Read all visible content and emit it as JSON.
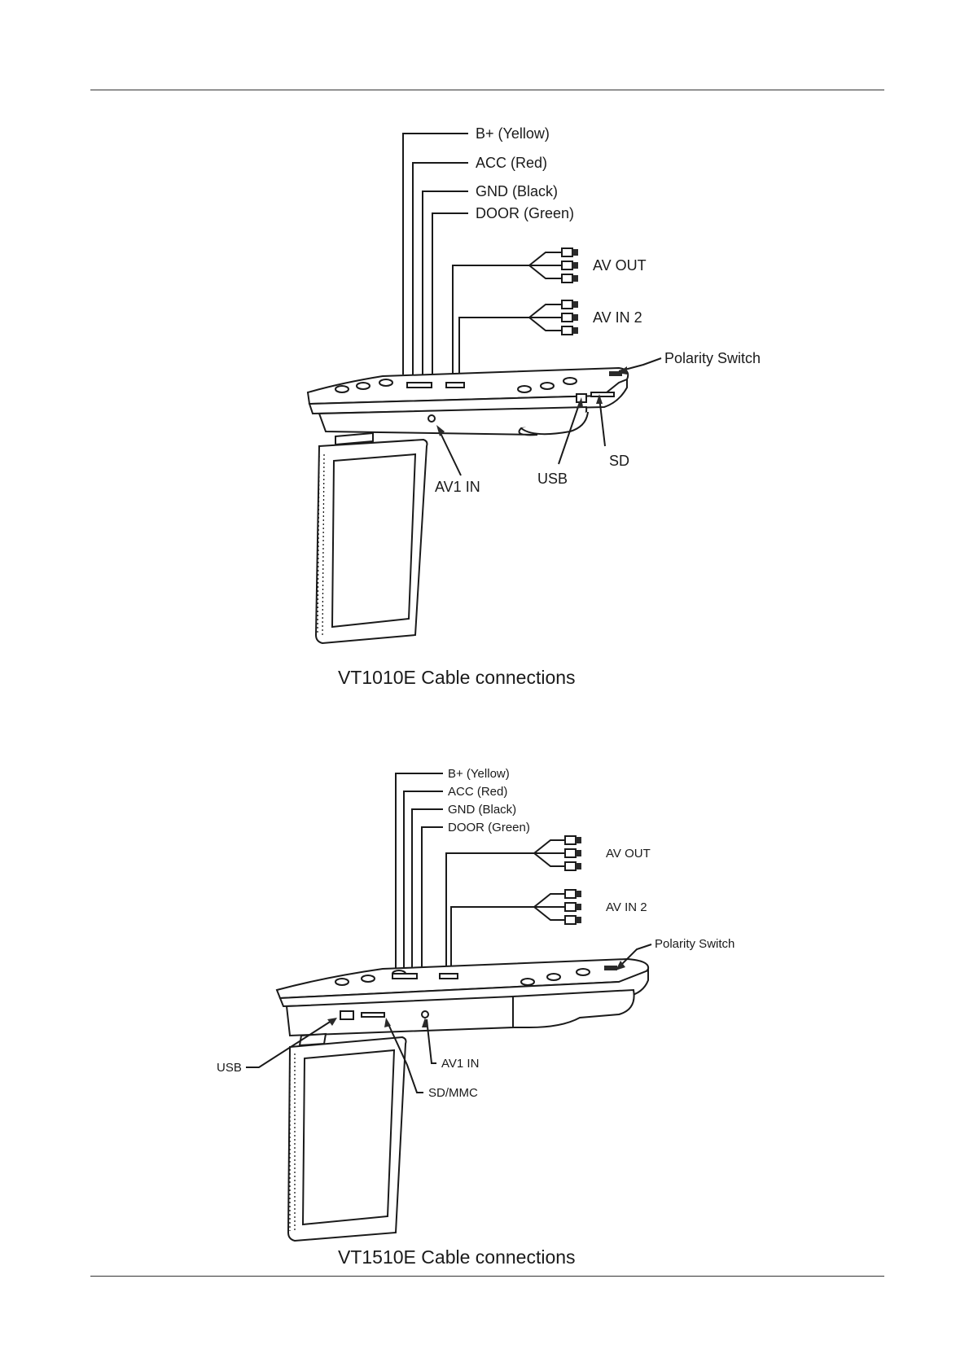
{
  "diagram_1": {
    "labels": {
      "b_plus": "B+ (Yellow)",
      "acc": "ACC (Red)",
      "gnd": "GND (Black)",
      "door": "DOOR (Green)",
      "av_out": "AV OUT",
      "av_in_2": "AV IN 2",
      "polarity_switch": "Polarity Switch",
      "av1_in": "AV1 IN",
      "usb": "USB",
      "sd": "SD"
    },
    "caption": "VT1010E Cable connections"
  },
  "diagram_2": {
    "labels": {
      "b_plus": "B+ (Yellow)",
      "acc": "ACC (Red)",
      "gnd": "GND (Black)",
      "door": "DOOR (Green)",
      "av_out": "AV OUT",
      "av_in_2": "AV IN 2",
      "polarity_switch": "Polarity Switch",
      "usb": "USB",
      "av1_in": "AV1 IN",
      "sd_mmc": "SD/MMC"
    },
    "caption": "VT1510E Cable connections"
  }
}
